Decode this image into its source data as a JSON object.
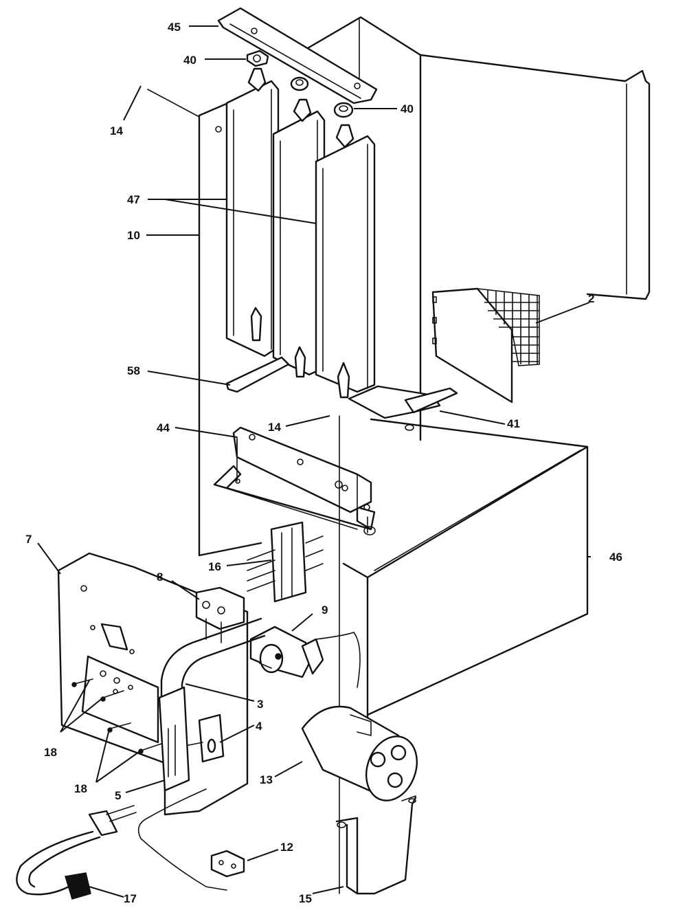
{
  "diagram": {
    "callouts": [
      {
        "id": "label-45",
        "text": "45"
      },
      {
        "id": "label-40-top",
        "text": "40"
      },
      {
        "id": "label-40-right",
        "text": "40"
      },
      {
        "id": "label-14-top",
        "text": "14"
      },
      {
        "id": "label-47",
        "text": "47"
      },
      {
        "id": "label-10",
        "text": "10"
      },
      {
        "id": "label-2",
        "text": "2"
      },
      {
        "id": "label-58",
        "text": "58"
      },
      {
        "id": "label-14-mid",
        "text": "14"
      },
      {
        "id": "label-41",
        "text": "41"
      },
      {
        "id": "label-44",
        "text": "44"
      },
      {
        "id": "label-7",
        "text": "7"
      },
      {
        "id": "label-16-upper",
        "text": "16"
      },
      {
        "id": "label-46",
        "text": "46"
      },
      {
        "id": "label-8",
        "text": "8"
      },
      {
        "id": "label-9",
        "text": "9"
      },
      {
        "id": "label-3",
        "text": "3"
      },
      {
        "id": "label-4",
        "text": "4"
      },
      {
        "id": "label-18-a",
        "text": "18"
      },
      {
        "id": "label-18-b",
        "text": "18"
      },
      {
        "id": "label-5",
        "text": "5"
      },
      {
        "id": "label-13",
        "text": "13"
      },
      {
        "id": "label-12",
        "text": "12"
      },
      {
        "id": "label-17",
        "text": "17"
      },
      {
        "id": "label-15",
        "text": "15"
      }
    ]
  }
}
